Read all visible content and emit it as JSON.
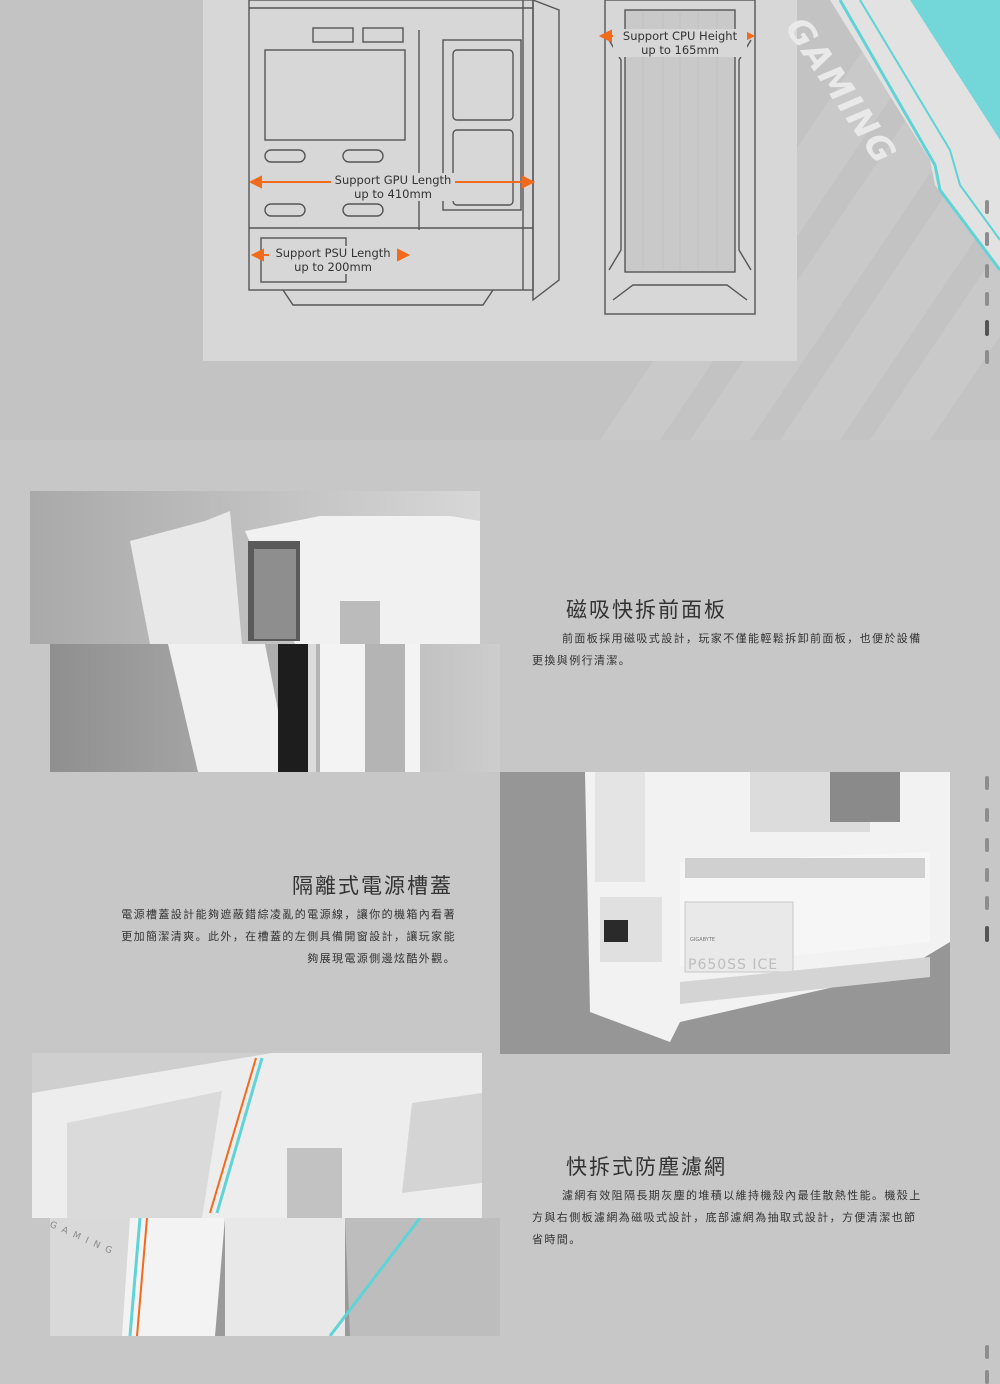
{
  "top": {
    "brand_text": "GAMING",
    "callouts": {
      "cpu": [
        "Support CPU Height",
        "up to 165mm"
      ],
      "gpu": [
        "Support GPU Length",
        "up to 410mm"
      ],
      "psu": [
        "Support PSU Length",
        "up to 200mm"
      ]
    },
    "colors": {
      "accent": "#f26a1b",
      "teal": "#5fd3d6",
      "panel": "#d7d7d7",
      "bg": "#c3c3c3"
    }
  },
  "features": [
    {
      "title": "磁吸快拆前面板",
      "description": "前面板採用磁吸式設計，玩家不僅能輕鬆拆卸前面板，也便於設備更換與例行清潔。"
    },
    {
      "title": "隔離式電源槽蓋",
      "description_lines": [
        "電源槽蓋設計能夠遮蔽錯綜凌亂的電源線，讓你的機箱內看著",
        "更加簡潔清爽。此外，在槽蓋的左側具備開窗設計，讓玩家能",
        "夠展現電源側邊炫酷外觀。"
      ]
    },
    {
      "title": "快拆式防塵濾網",
      "description": "濾網有效阻隔長期灰塵的堆積以維持機殼內最佳散熱性能。機殼上方與右側板濾網為磁吸式設計，底部濾網為抽取式設計，方便清潔也節省時間。"
    }
  ],
  "photo_labels": {
    "psu_brand": "GIGABYTE",
    "psu_model": "P650SS ICE",
    "case_brand": "GAMING"
  }
}
